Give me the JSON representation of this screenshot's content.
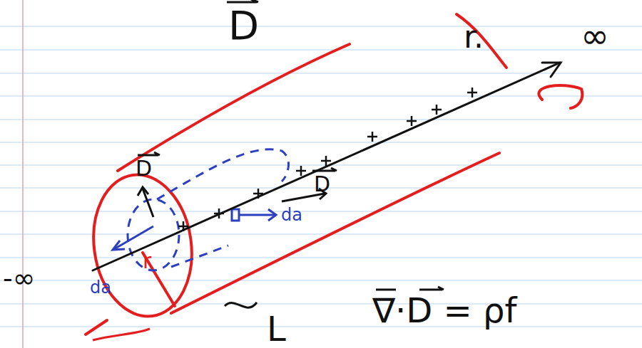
{
  "diagram": {
    "labels": [
      "D",
      "r.",
      "∞",
      "-∞",
      "D",
      "D",
      "da",
      "da",
      "r",
      "L",
      "∇·D = ρf"
    ]
  }
}
